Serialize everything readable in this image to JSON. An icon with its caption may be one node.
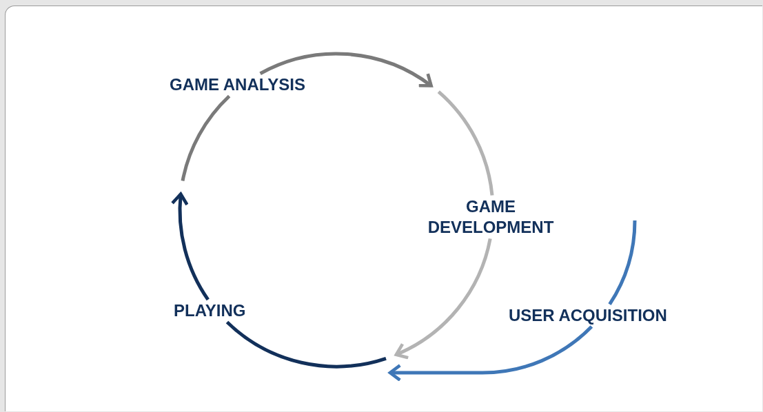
{
  "diagram": {
    "nodes": [
      {
        "text": [
          "GAME ANALYSIS"
        ]
      },
      {
        "text": [
          "GAME DEVELOPMENT"
        ]
      },
      {
        "text": [
          "PLAYING"
        ]
      },
      {
        "text": [
          "USER ACQUISITION"
        ]
      }
    ],
    "edges": [
      {
        "from": null,
        "to": 0,
        "arrow": "none",
        "color": "#7a7a7a"
      },
      {
        "from": 0,
        "to": null,
        "arrow": "to",
        "color": "#7a7a7a"
      },
      {
        "from": null,
        "to": 1,
        "arrow": "none",
        "color": "#b3b3b3"
      },
      {
        "from": 1,
        "to": null,
        "arrow": "to",
        "color": "#b3b3b3"
      },
      {
        "from": null,
        "to": 2,
        "arrow": "none",
        "color": "#12305a"
      },
      {
        "from": 2,
        "to": null,
        "arrow": "to",
        "color": "#12305a"
      },
      {
        "from": null,
        "to": 3,
        "arrow": "none",
        "color": "#3f77b7"
      },
      {
        "from": 3,
        "to": null,
        "arrow": "to",
        "color": "#3f77b7"
      }
    ]
  }
}
